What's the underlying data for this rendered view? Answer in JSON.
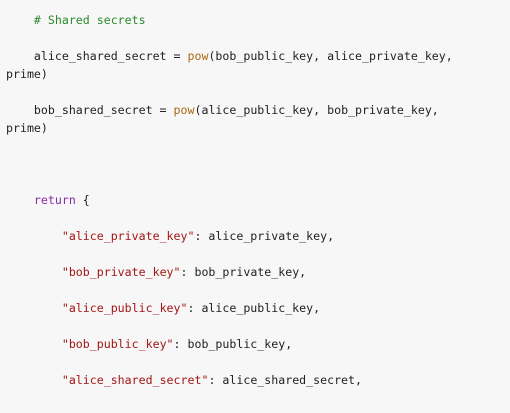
{
  "code": {
    "comment_shared_secrets": "# Shared secrets",
    "line_alice_lhs": "alice_shared_secret = ",
    "line_alice_func": "pow",
    "line_alice_args": "(bob_public_key, alice_private_key,",
    "line_alice_cont": "prime)",
    "line_bob_lhs": "bob_shared_secret = ",
    "line_bob_func": "pow",
    "line_bob_args": "(alice_public_key, bob_private_key,",
    "line_bob_cont": "prime)",
    "return_keyword": "return",
    "return_brace": " {",
    "entries": [
      {
        "key": "\"alice_private_key\"",
        "value": ": alice_private_key,"
      },
      {
        "key": "\"bob_private_key\"",
        "value": ": bob_private_key,"
      },
      {
        "key": "\"alice_public_key\"",
        "value": ": alice_public_key,"
      },
      {
        "key": "\"bob_public_key\"",
        "value": ": bob_public_key,"
      },
      {
        "key": "\"alice_shared_secret\"",
        "value": ": alice_shared_secret,"
      }
    ]
  },
  "colors": {
    "background": "#f7f7f7",
    "comment": "#2a8a2a",
    "keyword": "#8a2aa8",
    "function": "#a86a12",
    "string": "#a31515",
    "text": "#222222"
  }
}
